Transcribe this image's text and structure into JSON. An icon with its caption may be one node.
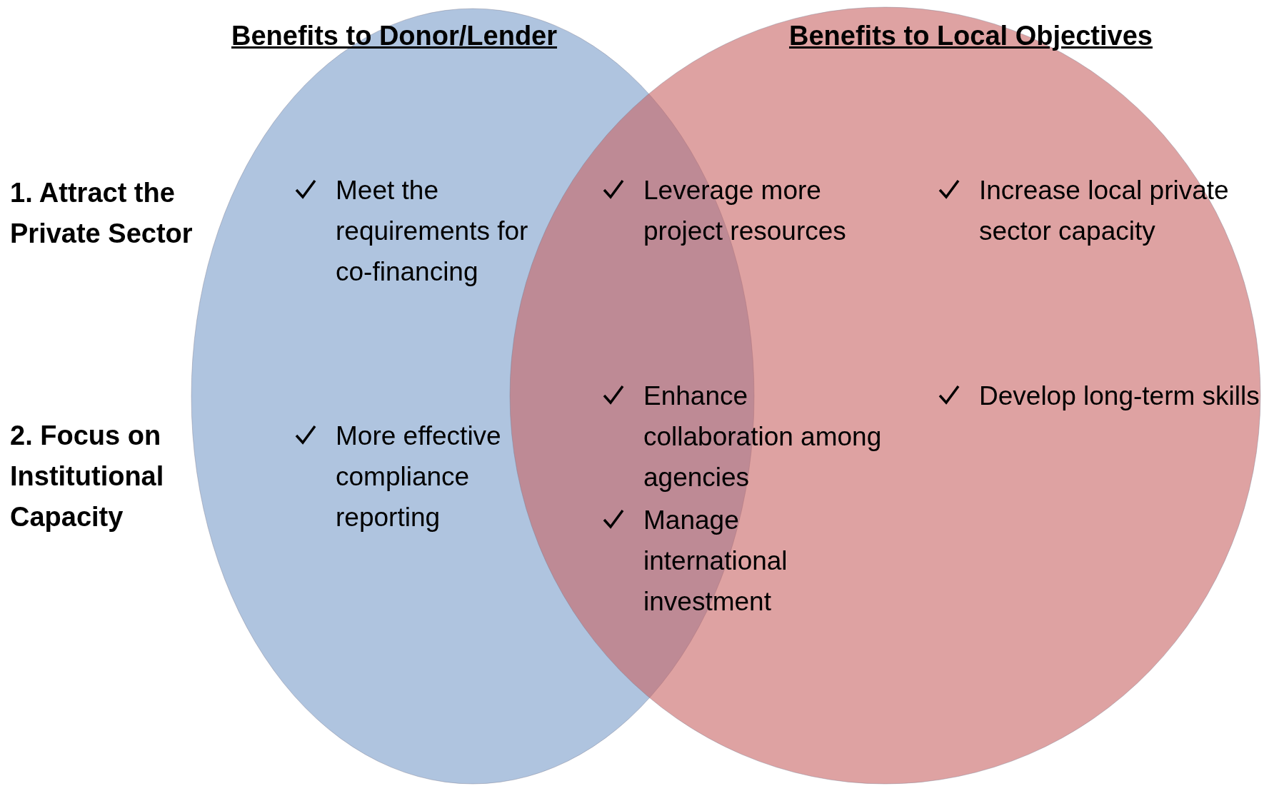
{
  "diagram": {
    "nodes": [
      {
        "text": [
          "Benefits to Donor/Lender"
        ]
      },
      {
        "text": [
          "Benefits to Local Objectives"
        ]
      }
    ],
    "labels": [
      "1. Attract the Private Sector",
      "Meet the requirements for co-financing",
      "Leverage more project resources",
      "Increase local private sector capacity",
      "2. Focus on Institutional Capacity",
      "More effective compliance reporting",
      "Enhance collaboration among agencies",
      "Manage international investment",
      "Develop long-term skills"
    ]
  }
}
